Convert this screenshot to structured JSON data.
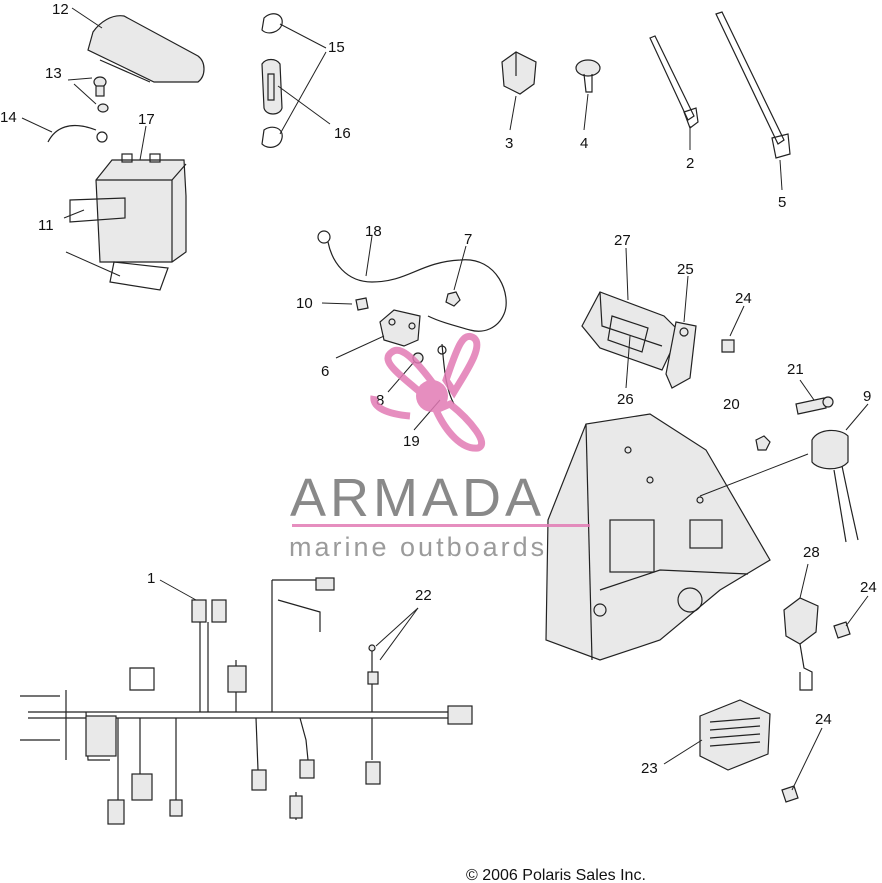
{
  "diagram": {
    "callouts": [
      {
        "id": "c12",
        "text": "12"
      },
      {
        "id": "c13",
        "text": "13"
      },
      {
        "id": "c14",
        "text": "14"
      },
      {
        "id": "c17",
        "text": "17"
      },
      {
        "id": "c11",
        "text": "11"
      },
      {
        "id": "c15",
        "text": "15"
      },
      {
        "id": "c16",
        "text": "16"
      },
      {
        "id": "c3",
        "text": "3"
      },
      {
        "id": "c4",
        "text": "4"
      },
      {
        "id": "c2",
        "text": "2"
      },
      {
        "id": "c5",
        "text": "5"
      },
      {
        "id": "c18",
        "text": "18"
      },
      {
        "id": "c7",
        "text": "7"
      },
      {
        "id": "c10",
        "text": "10"
      },
      {
        "id": "c6",
        "text": "6"
      },
      {
        "id": "c8",
        "text": "8"
      },
      {
        "id": "c19",
        "text": "19"
      },
      {
        "id": "c27",
        "text": "27"
      },
      {
        "id": "c25",
        "text": "25"
      },
      {
        "id": "c24a",
        "text": "24"
      },
      {
        "id": "c26",
        "text": "26"
      },
      {
        "id": "c21",
        "text": "21"
      },
      {
        "id": "c20",
        "text": "20"
      },
      {
        "id": "c9",
        "text": "9"
      },
      {
        "id": "c28",
        "text": "28"
      },
      {
        "id": "c24b",
        "text": "24"
      },
      {
        "id": "c24c",
        "text": "24"
      },
      {
        "id": "c23",
        "text": "23"
      },
      {
        "id": "c1",
        "text": "1"
      },
      {
        "id": "c22",
        "text": "22"
      }
    ]
  },
  "watermark": {
    "title": "ARMADA",
    "subtitle": "marine outboards",
    "accent_color": "#e27bb5",
    "text_color": "#757575"
  },
  "footer": {
    "copyright": "© 2006 Polaris Sales Inc."
  }
}
